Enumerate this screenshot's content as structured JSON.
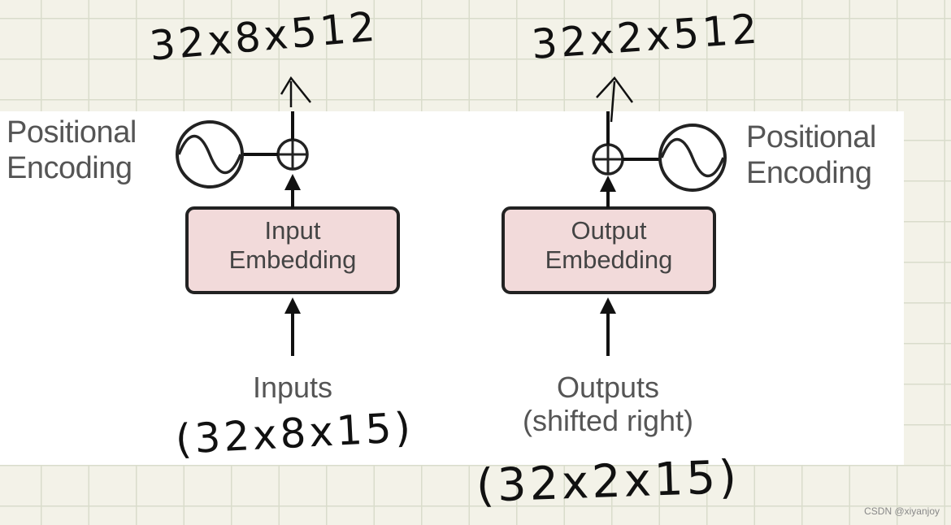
{
  "encoder": {
    "side_line1": "Positional",
    "side_line2": "Encoding",
    "box_line1": "Input",
    "box_line2": "Embedding",
    "input_label": "Inputs"
  },
  "decoder": {
    "side_line1": "Positional",
    "side_line2": "Encoding",
    "box_line1": "Output",
    "box_line2": "Embedding",
    "input_line1": "Outputs",
    "input_line2": "(shifted right)"
  },
  "annotations": {
    "encoder_output_shape": "32x8x512",
    "encoder_input_shape": "(32x8x15)",
    "decoder_output_shape": "32x2x512",
    "decoder_input_shape": "(32x2x15)"
  },
  "watermark": "CSDN @xiyanjoy",
  "colors": {
    "box_fill": "#f2dada",
    "box_stroke": "#222222",
    "arrow": "#111111"
  }
}
